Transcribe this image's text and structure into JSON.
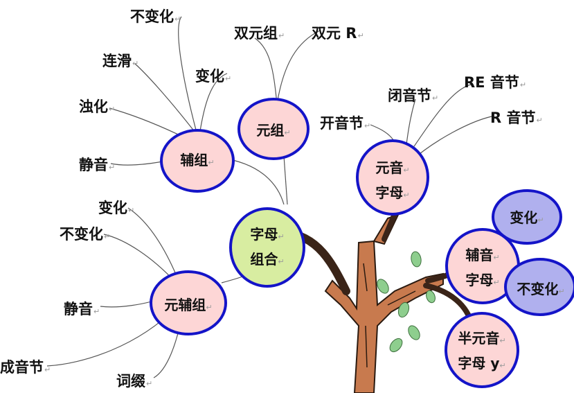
{
  "colors": {
    "node_pink": "#fdd6d6",
    "node_green": "#d8eda1",
    "node_lavender": "#b0b0ee",
    "node_border": "#1414c8",
    "trunk_fill": "#c87a4e",
    "trunk_line": "#2a1a10",
    "branch_dark": "#3a2418",
    "leaf": "#8ece8e"
  },
  "nodes": {
    "consonant_group": "辅组",
    "vowel_group": "元组",
    "vowel_letter_1": "元音",
    "vowel_letter_2": "字母",
    "letter_combo_1": "字母",
    "letter_combo_2": "组合",
    "vowel_consonant_group": "元辅组",
    "consonant_letter_1": "辅音",
    "consonant_letter_2": "字母",
    "change": "变化",
    "no_change": "不变化",
    "semivowel_1": "半元音",
    "semivowel_2": "字母 y"
  },
  "labels": {
    "consonant_no_change": "不变化",
    "consonant_slur": "连滑",
    "consonant_change": "变化",
    "consonant_voicing": "浊化",
    "consonant_silent": "静音",
    "double_vowel_group": "双元组",
    "double_vowel_r": "双元 R",
    "closed_syllable": "闭音节",
    "re_syllable": "RE 音节",
    "open_syllable": "开音节",
    "r_syllable": "R 音节",
    "vc_change": "变化",
    "vc_no_change": "不变化",
    "vc_silent": "静音",
    "vc_syllable": "成音节",
    "vc_affix": "词缀"
  },
  "para_mark": "↵"
}
